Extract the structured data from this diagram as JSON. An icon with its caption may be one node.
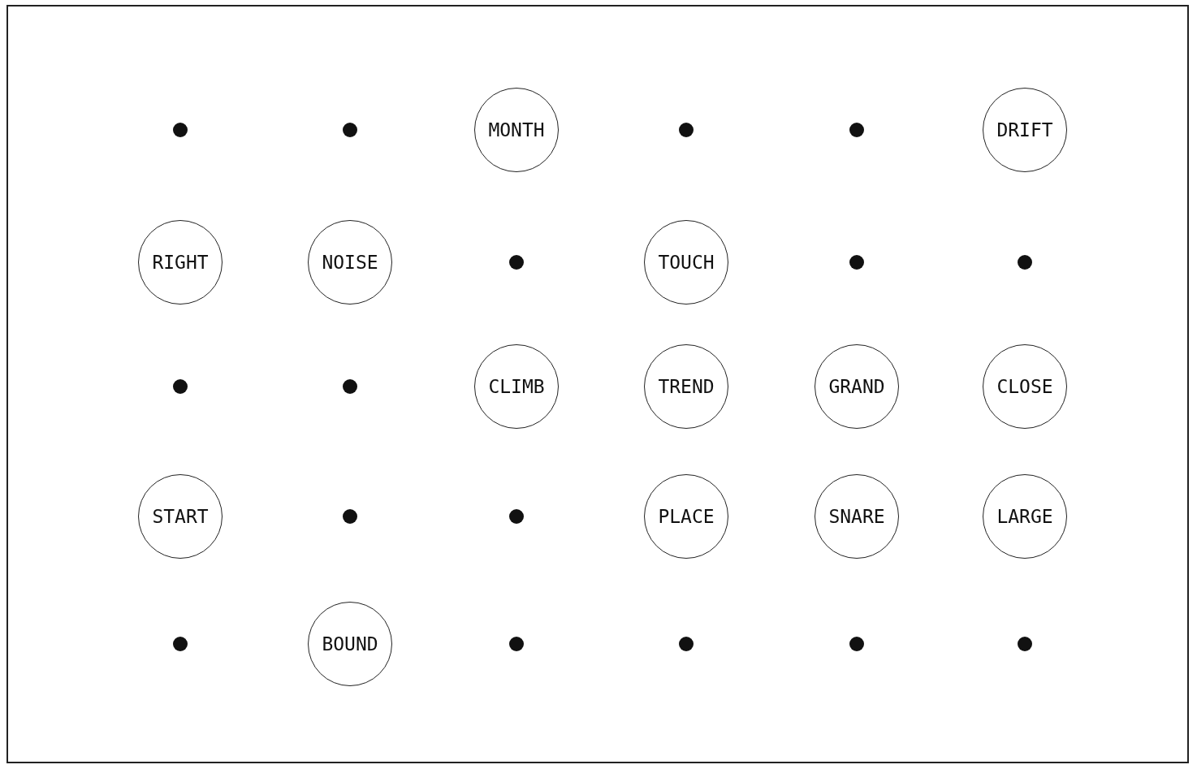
{
  "diagram": {
    "nodes": [
      {
        "text": [
          "MONTH"
        ]
      },
      {
        "text": [
          "DRIFT"
        ]
      },
      {
        "text": [
          "RIGHT"
        ]
      },
      {
        "text": [
          "NOISE"
        ]
      },
      {
        "text": [
          "TOUCH"
        ]
      },
      {
        "text": [
          "CLIMB"
        ]
      },
      {
        "text": [
          "TREND"
        ]
      },
      {
        "text": [
          "GRAND"
        ]
      },
      {
        "text": [
          "CLOSE"
        ]
      },
      {
        "text": [
          "START"
        ]
      },
      {
        "text": [
          "PLACE"
        ]
      },
      {
        "text": [
          "SNARE"
        ]
      },
      {
        "text": [
          "LARGE"
        ]
      },
      {
        "text": [
          "BOUND"
        ]
      }
    ]
  }
}
